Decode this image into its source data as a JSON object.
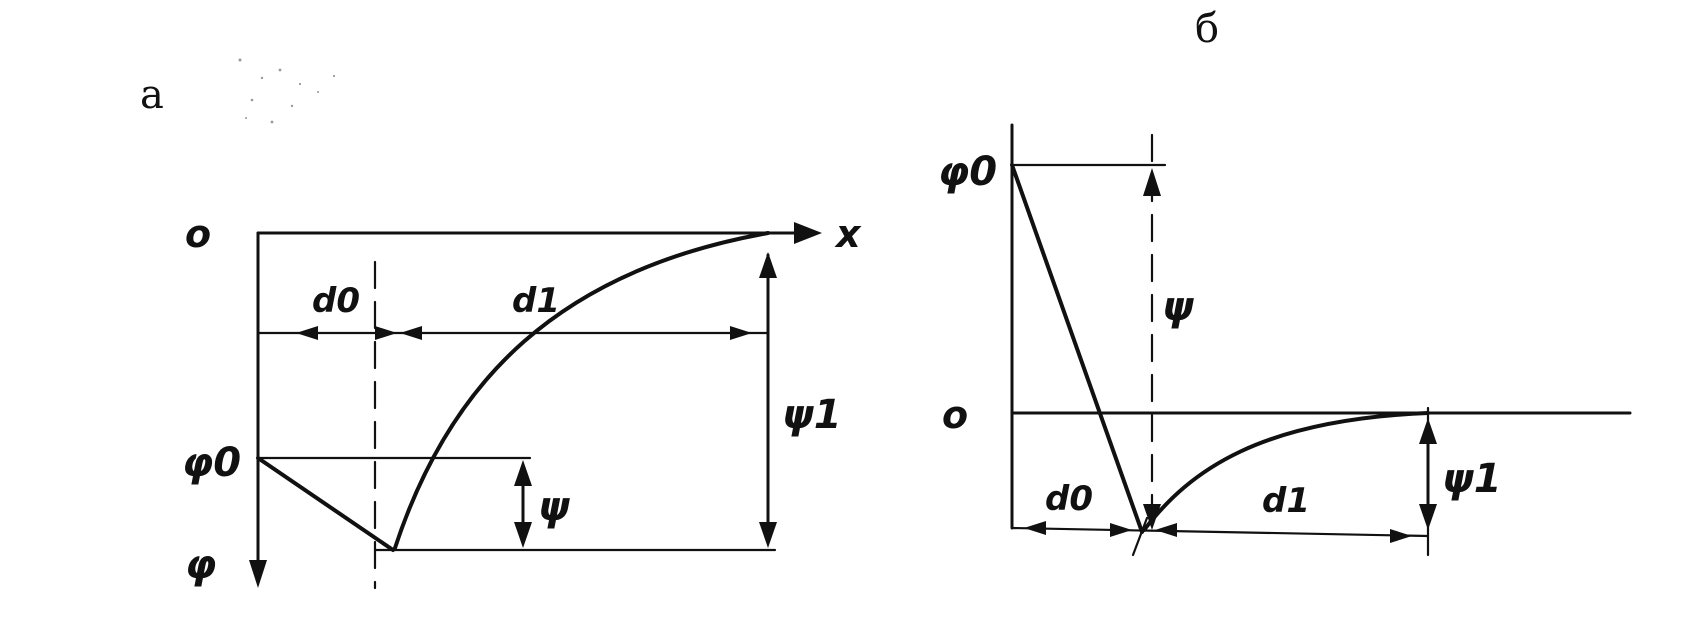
{
  "panel_a": {
    "panel_label": "а",
    "origin_label": "o",
    "x_axis_label": "x",
    "phi_axis_label": "φ",
    "phi0_label": "φ0",
    "d0_label": "d0",
    "d1_label": "d1",
    "psi_label": "ψ",
    "psi1_label": "ψ1"
  },
  "panel_b": {
    "panel_label": "б",
    "origin_label": "o",
    "phi0_label": "φ0",
    "d0_label": "d0",
    "d1_label": "d1",
    "psi_label": "ψ",
    "psi1_label": "ψ1"
  },
  "colors": {
    "ink": "#111111",
    "background": "#ffffff"
  }
}
